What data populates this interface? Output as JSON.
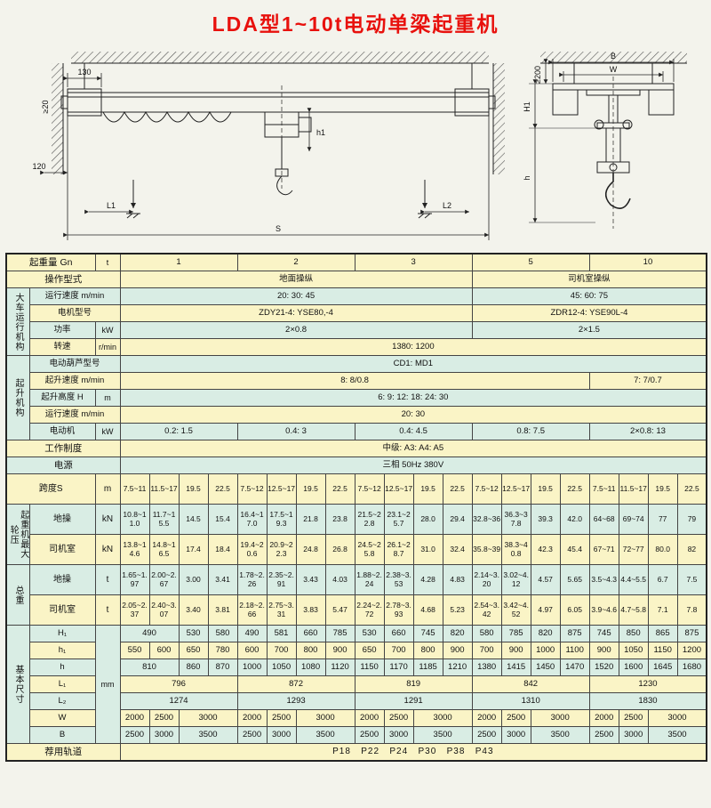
{
  "title": "LDA型1~10t电动单梁起重机",
  "colors": {
    "title_red": "#e8110d",
    "row_yellow": "#faf4c6",
    "row_cyan": "#d9ede4",
    "line": "#333333"
  },
  "drawing": {
    "labels": {
      "d130": "130",
      "dge20": "≥20",
      "d120": "120",
      "dL1": "L1",
      "dL2": "L2",
      "dS": "S",
      "dh1": "h1",
      "dB": "B",
      "dW": "W",
      "dH1": "H1",
      "dh": "h",
      "dge200": "≥200"
    }
  },
  "table": {
    "rows": [
      {
        "bg": "y",
        "cells": [
          {
            "t": "起重量 Gn",
            "cs": 2,
            "cls": "lab",
            "n": "capacity-label"
          },
          {
            "t": "t",
            "cls": "unit"
          },
          {
            "t": "1",
            "cs": 4
          },
          {
            "t": "2",
            "cs": 4
          },
          {
            "t": "3",
            "cs": 4
          },
          {
            "t": "5",
            "cs": 4
          },
          {
            "t": "10",
            "cs": 4
          }
        ]
      },
      {
        "bg": "y",
        "cells": [
          {
            "t": "操作型式",
            "cs": 3,
            "cls": "lab",
            "n": "section-label"
          },
          {
            "t": "地面操纵",
            "cs": 12
          },
          {
            "t": "司机室操纵",
            "cs": 8
          }
        ]
      },
      {
        "bg": "c",
        "cells": [
          {
            "t": "大车运行机构",
            "rs": 4,
            "cls": "v",
            "n": "section-label"
          },
          {
            "t": "运行速度 m/min",
            "cs": 2,
            "cls": "lab2"
          },
          {
            "t": "20: 30: 45",
            "cs": 12
          },
          {
            "t": "45: 60: 75",
            "cs": 8
          }
        ]
      },
      {
        "bg": "y",
        "cells": [
          {
            "t": "电机型号",
            "cs": 2,
            "cls": "lab2"
          },
          {
            "t": "ZDY21-4: YSE80,-4",
            "cs": 12
          },
          {
            "t": "ZDR12-4: YSE90L-4",
            "cs": 8
          }
        ]
      },
      {
        "bg": "c",
        "cells": [
          {
            "t": "功率",
            "cls": "lab2"
          },
          {
            "t": "kW",
            "cls": "unit"
          },
          {
            "t": "2×0.8",
            "cs": 12
          },
          {
            "t": "2×1.5",
            "cs": 8
          }
        ]
      },
      {
        "bg": "y",
        "cells": [
          {
            "t": "转速",
            "cls": "lab2"
          },
          {
            "t": "r/min",
            "cls": "unit"
          },
          {
            "t": "1380: 1200",
            "cs": 20
          }
        ]
      },
      {
        "bg": "c",
        "cells": [
          {
            "t": "起升机构",
            "rs": 5,
            "cls": "v",
            "n": "section-label"
          },
          {
            "t": "电动葫芦型号",
            "cs": 2,
            "cls": "lab2"
          },
          {
            "t": "CD1: MD1",
            "cs": 20
          }
        ]
      },
      {
        "bg": "y",
        "cells": [
          {
            "t": "起升速度 m/min",
            "cs": 2,
            "cls": "lab2"
          },
          {
            "t": "8: 8/0.8",
            "cs": 16
          },
          {
            "t": "7: 7/0.7",
            "cs": 4
          }
        ]
      },
      {
        "bg": "c",
        "cells": [
          {
            "t": "起升高度 H",
            "cls": "lab2"
          },
          {
            "t": "m",
            "cls": "unit"
          },
          {
            "t": "6: 9: 12: 18: 24: 30",
            "cs": 20
          }
        ]
      },
      {
        "bg": "y",
        "cells": [
          {
            "t": "运行速度 m/min",
            "cs": 2,
            "cls": "lab2"
          },
          {
            "t": "20: 30",
            "cs": 20
          }
        ]
      },
      {
        "bg": "c",
        "cells": [
          {
            "t": "电动机",
            "cls": "lab2"
          },
          {
            "t": "kW",
            "cls": "unit"
          },
          {
            "t": "0.2: 1.5",
            "cs": 4
          },
          {
            "t": "0.4: 3",
            "cs": 4
          },
          {
            "t": "0.4: 4.5",
            "cs": 4
          },
          {
            "t": "0.8: 7.5",
            "cs": 4
          },
          {
            "t": "2×0.8: 13",
            "cs": 4
          }
        ]
      },
      {
        "bg": "y",
        "cells": [
          {
            "t": "工作制度",
            "cs": 3,
            "cls": "lab",
            "n": "section-label"
          },
          {
            "t": "中级: A3: A4: A5",
            "cs": 20
          }
        ]
      },
      {
        "bg": "c",
        "cells": [
          {
            "t": "电源",
            "cs": 3,
            "cls": "lab",
            "n": "section-label"
          },
          {
            "t": "三相  50Hz  380V",
            "cs": 20
          }
        ]
      },
      {
        "bg": "y",
        "tall": true,
        "cells": [
          {
            "t": "跨度S",
            "cs": 2,
            "cls": "lab",
            "n": "span-label"
          },
          {
            "t": "m",
            "cls": "unit"
          },
          {
            "t": "7.5~11"
          },
          {
            "t": "11.5~17"
          },
          {
            "t": "19.5"
          },
          {
            "t": "22.5"
          },
          {
            "t": "7.5~12"
          },
          {
            "t": "12.5~17"
          },
          {
            "t": "19.5"
          },
          {
            "t": "22.5"
          },
          {
            "t": "7.5~12"
          },
          {
            "t": "12.5~17"
          },
          {
            "t": "19.5"
          },
          {
            "t": "22.5"
          },
          {
            "t": "7.5~12"
          },
          {
            "t": "12.5~17"
          },
          {
            "t": "19.5"
          },
          {
            "t": "22.5"
          },
          {
            "t": "7.5~11"
          },
          {
            "t": "11.5~17"
          },
          {
            "t": "19.5"
          },
          {
            "t": "22.5"
          }
        ]
      },
      {
        "bg": "c",
        "tall": true,
        "cells": [
          {
            "t": "起重机最大轮压",
            "rs": 2,
            "cls": "v",
            "n": "section-label"
          },
          {
            "t": "地操",
            "cls": "lab2"
          },
          {
            "t": "kN",
            "cls": "unit"
          },
          {
            "t": "10.8~11.0"
          },
          {
            "t": "11.7~15.5"
          },
          {
            "t": "14.5"
          },
          {
            "t": "15.4"
          },
          {
            "t": "16.4~17.0"
          },
          {
            "t": "17.5~19.3"
          },
          {
            "t": "21.8"
          },
          {
            "t": "23.8"
          },
          {
            "t": "21.5~22.8"
          },
          {
            "t": "23.1~25.7"
          },
          {
            "t": "28.0"
          },
          {
            "t": "29.4"
          },
          {
            "t": "32.8~36"
          },
          {
            "t": "36.3~37.8"
          },
          {
            "t": "39.3"
          },
          {
            "t": "42.0"
          },
          {
            "t": "64~68"
          },
          {
            "t": "69~74"
          },
          {
            "t": "77"
          },
          {
            "t": "79"
          }
        ]
      },
      {
        "bg": "y",
        "tall": true,
        "cells": [
          {
            "t": "司机室",
            "cls": "lab2"
          },
          {
            "t": "kN",
            "cls": "unit"
          },
          {
            "t": "13.8~14.6"
          },
          {
            "t": "14.8~16.5"
          },
          {
            "t": "17.4"
          },
          {
            "t": "18.4"
          },
          {
            "t": "19.4~20.6"
          },
          {
            "t": "20.9~22.3"
          },
          {
            "t": "24.8"
          },
          {
            "t": "26.8"
          },
          {
            "t": "24.5~25.8"
          },
          {
            "t": "26.1~28.7"
          },
          {
            "t": "31.0"
          },
          {
            "t": "32.4"
          },
          {
            "t": "35.8~39"
          },
          {
            "t": "38.3~40.8"
          },
          {
            "t": "42.3"
          },
          {
            "t": "45.4"
          },
          {
            "t": "67~71"
          },
          {
            "t": "72~77"
          },
          {
            "t": "80.0"
          },
          {
            "t": "82"
          }
        ]
      },
      {
        "bg": "c",
        "tall": true,
        "cells": [
          {
            "t": "总重",
            "rs": 2,
            "cls": "v",
            "n": "section-label"
          },
          {
            "t": "地操",
            "cls": "lab2"
          },
          {
            "t": "t",
            "cls": "unit"
          },
          {
            "t": "1.65~1.97"
          },
          {
            "t": "2.00~2.67"
          },
          {
            "t": "3.00"
          },
          {
            "t": "3.41"
          },
          {
            "t": "1.78~2.26"
          },
          {
            "t": "2.35~2.91"
          },
          {
            "t": "3.43"
          },
          {
            "t": "4.03"
          },
          {
            "t": "1.88~2.24"
          },
          {
            "t": "2.38~3.53"
          },
          {
            "t": "4.28"
          },
          {
            "t": "4.83"
          },
          {
            "t": "2.14~3.20"
          },
          {
            "t": "3.02~4.12"
          },
          {
            "t": "4.57"
          },
          {
            "t": "5.65"
          },
          {
            "t": "3.5~4.3"
          },
          {
            "t": "4.4~5.5"
          },
          {
            "t": "6.7"
          },
          {
            "t": "7.5"
          }
        ]
      },
      {
        "bg": "y",
        "tall": true,
        "cells": [
          {
            "t": "司机室",
            "cls": "lab2"
          },
          {
            "t": "t",
            "cls": "unit"
          },
          {
            "t": "2.05~2.37"
          },
          {
            "t": "2.40~3.07"
          },
          {
            "t": "3.40"
          },
          {
            "t": "3.81"
          },
          {
            "t": "2.18~2.66"
          },
          {
            "t": "2.75~3.31"
          },
          {
            "t": "3.83"
          },
          {
            "t": "5.47"
          },
          {
            "t": "2.24~2.72"
          },
          {
            "t": "2.78~3.93"
          },
          {
            "t": "4.68"
          },
          {
            "t": "5.23"
          },
          {
            "t": "2.54~3.42"
          },
          {
            "t": "3.42~4.52"
          },
          {
            "t": "4.97"
          },
          {
            "t": "6.05"
          },
          {
            "t": "3.9~4.6"
          },
          {
            "t": "4.7~5.8"
          },
          {
            "t": "7.1"
          },
          {
            "t": "7.8"
          }
        ]
      },
      {
        "bg": "c",
        "cells": [
          {
            "t": "基本尺寸",
            "rs": 7,
            "cls": "v",
            "n": "section-label"
          },
          {
            "t": "H₁",
            "cls": "lab2"
          },
          {
            "t": "mm",
            "rs": 7,
            "cls": "unit"
          },
          {
            "t": "490",
            "cs": 2
          },
          {
            "t": "530"
          },
          {
            "t": "580"
          },
          {
            "t": "490"
          },
          {
            "t": "581"
          },
          {
            "t": "660"
          },
          {
            "t": "785"
          },
          {
            "t": "530"
          },
          {
            "t": "660"
          },
          {
            "t": "745"
          },
          {
            "t": "820"
          },
          {
            "t": "580"
          },
          {
            "t": "785"
          },
          {
            "t": "820"
          },
          {
            "t": "875"
          },
          {
            "t": "745"
          },
          {
            "t": "850"
          },
          {
            "t": "865"
          },
          {
            "t": "875"
          }
        ]
      },
      {
        "bg": "y",
        "cells": [
          {
            "t": "h₁",
            "cls": "lab2"
          },
          {
            "t": "550"
          },
          {
            "t": "600"
          },
          {
            "t": "650"
          },
          {
            "t": "780"
          },
          {
            "t": "600"
          },
          {
            "t": "700"
          },
          {
            "t": "800"
          },
          {
            "t": "900"
          },
          {
            "t": "650"
          },
          {
            "t": "700"
          },
          {
            "t": "800"
          },
          {
            "t": "900"
          },
          {
            "t": "700"
          },
          {
            "t": "900"
          },
          {
            "t": "1000"
          },
          {
            "t": "1100"
          },
          {
            "t": "900"
          },
          {
            "t": "1050"
          },
          {
            "t": "1150"
          },
          {
            "t": "1200"
          }
        ]
      },
      {
        "bg": "c",
        "cells": [
          {
            "t": "h",
            "cls": "lab2"
          },
          {
            "t": "810",
            "cs": 2
          },
          {
            "t": "860"
          },
          {
            "t": "870"
          },
          {
            "t": "1000"
          },
          {
            "t": "1050"
          },
          {
            "t": "1080"
          },
          {
            "t": "1120"
          },
          {
            "t": "1150"
          },
          {
            "t": "1170"
          },
          {
            "t": "1185"
          },
          {
            "t": "1210"
          },
          {
            "t": "1380"
          },
          {
            "t": "1415"
          },
          {
            "t": "1450"
          },
          {
            "t": "1470"
          },
          {
            "t": "1520"
          },
          {
            "t": "1600"
          },
          {
            "t": "1645"
          },
          {
            "t": "1680"
          }
        ]
      },
      {
        "bg": "y",
        "cells": [
          {
            "t": "L₁",
            "cls": "lab2"
          },
          {
            "t": "796",
            "cs": 4
          },
          {
            "t": "872",
            "cs": 4
          },
          {
            "t": "819",
            "cs": 4
          },
          {
            "t": "842",
            "cs": 4
          },
          {
            "t": "1230",
            "cs": 4
          }
        ]
      },
      {
        "bg": "c",
        "cells": [
          {
            "t": "L₂",
            "cls": "lab2"
          },
          {
            "t": "1274",
            "cs": 4
          },
          {
            "t": "1293",
            "cs": 4
          },
          {
            "t": "1291",
            "cs": 4
          },
          {
            "t": "1310",
            "cs": 4
          },
          {
            "t": "1830",
            "cs": 4
          }
        ]
      },
      {
        "bg": "y",
        "cells": [
          {
            "t": "W",
            "cls": "lab2"
          },
          {
            "t": "2000"
          },
          {
            "t": "2500"
          },
          {
            "t": "3000",
            "cs": 2
          },
          {
            "t": "2000"
          },
          {
            "t": "2500"
          },
          {
            "t": "3000",
            "cs": 2
          },
          {
            "t": "2000"
          },
          {
            "t": "2500"
          },
          {
            "t": "3000",
            "cs": 2
          },
          {
            "t": "2000"
          },
          {
            "t": "2500"
          },
          {
            "t": "3000",
            "cs": 2
          },
          {
            "t": "2000"
          },
          {
            "t": "2500"
          },
          {
            "t": "3000",
            "cs": 2
          }
        ]
      },
      {
        "bg": "c",
        "cells": [
          {
            "t": "B",
            "cls": "lab2"
          },
          {
            "t": "2500"
          },
          {
            "t": "3000"
          },
          {
            "t": "3500",
            "cs": 2
          },
          {
            "t": "2500"
          },
          {
            "t": "3000"
          },
          {
            "t": "3500",
            "cs": 2
          },
          {
            "t": "2500"
          },
          {
            "t": "3000"
          },
          {
            "t": "3500",
            "cs": 2
          },
          {
            "t": "2500"
          },
          {
            "t": "3000"
          },
          {
            "t": "3500",
            "cs": 2
          },
          {
            "t": "2500"
          },
          {
            "t": "3000"
          },
          {
            "t": "3500",
            "cs": 2
          }
        ]
      },
      {
        "bg": "y",
        "cells": [
          {
            "t": "荐用轨道",
            "cs": 3,
            "cls": "lab",
            "n": "rail-label"
          },
          {
            "t": "P18   P22   P24   P30   P38   P43",
            "cs": 20,
            "cls": "rail"
          }
        ]
      }
    ]
  }
}
